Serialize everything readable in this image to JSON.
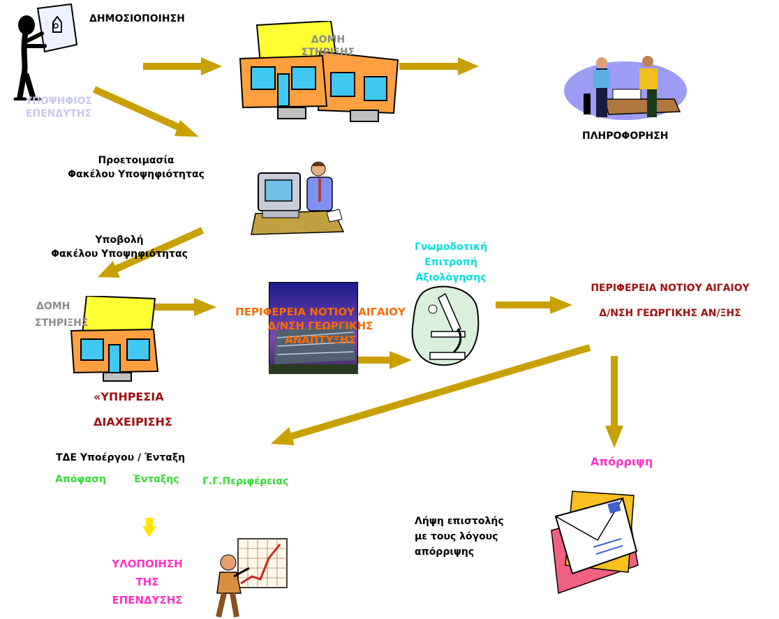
{
  "colors": {
    "arrow": "#c8a000",
    "arrow_small": "#ffe600",
    "black": "#000000",
    "lavender": "#c8c8f0",
    "gray": "#8a8a8a",
    "cyan": "#00e0e0",
    "dark_red": "#a01010",
    "orange": "#ff6a00",
    "green": "#33dd33",
    "magenta": "#ff33cc"
  },
  "labels": {
    "publicity": "ΔΗΜΟΣΙΟΠΟΙΗΣΗ",
    "candidate_investor": [
      "ΥΠΟΨΗΦΙΟΣ",
      "ΕΠΕΝΔΥΤΗΣ"
    ],
    "support_structure_top": [
      "ΔΟΜΗ",
      "ΣΤΗΡΙΞΗΣ"
    ],
    "information": "ΠΛΗΡΟΦΟΡΗΣΗ",
    "preparation": [
      "Προετοιμασία",
      "Φακέλου Υποψηφιότητας"
    ],
    "submission": [
      "Υποβολή",
      "Φακέλου Υποψηφιότητας"
    ],
    "support_structure_left": [
      "ΔΟΜΗ",
      "ΣΤΗΡΙΞΗΣ"
    ],
    "region_center": [
      "ΠΕΡΙΦΕΡΕΙΑ ΝΟΤΙΟΥ ΑΙΓΑΙΟΥ",
      "Δ/ΝΣΗ ΓΕΩΡΓΙΚΗΣ",
      "ΑΝΑΠΤΥΞΗΣ"
    ],
    "committee": [
      "Γνωμοδοτική",
      "Επιτροπή",
      "Αξιολόγησης"
    ],
    "region_right": [
      "ΠΕΡΙΦΕΡΕΙΑ ΝΟΤΙΟΥ ΑΙΓΑΙΟΥ",
      "Δ/ΝΣΗ ΓΕΩΡΓΙΚΗΣ ΑΝ/ΞΗΣ"
    ],
    "management_service": [
      "«ΥΠΗΡΕΣΙΑ",
      "ΔΙΑΧΕΙΡΙΣΗΣ"
    ],
    "tde": "ΤΔΕ Υποέργου / Ένταξη",
    "decision": [
      "Απόφαση",
      "Ένταξης",
      "Γ.Γ.Περιφέρειας"
    ],
    "rejection": "Απόρριψη",
    "letter": [
      "Λήψη επιστολής",
      "με τους λόγους",
      "απόρριψης"
    ],
    "implementation": [
      "ΥΛΟΠΟΙΗΣΗ",
      "ΤΗΣ",
      "ΕΠΕΝΔΥΣΗΣ"
    ]
  }
}
